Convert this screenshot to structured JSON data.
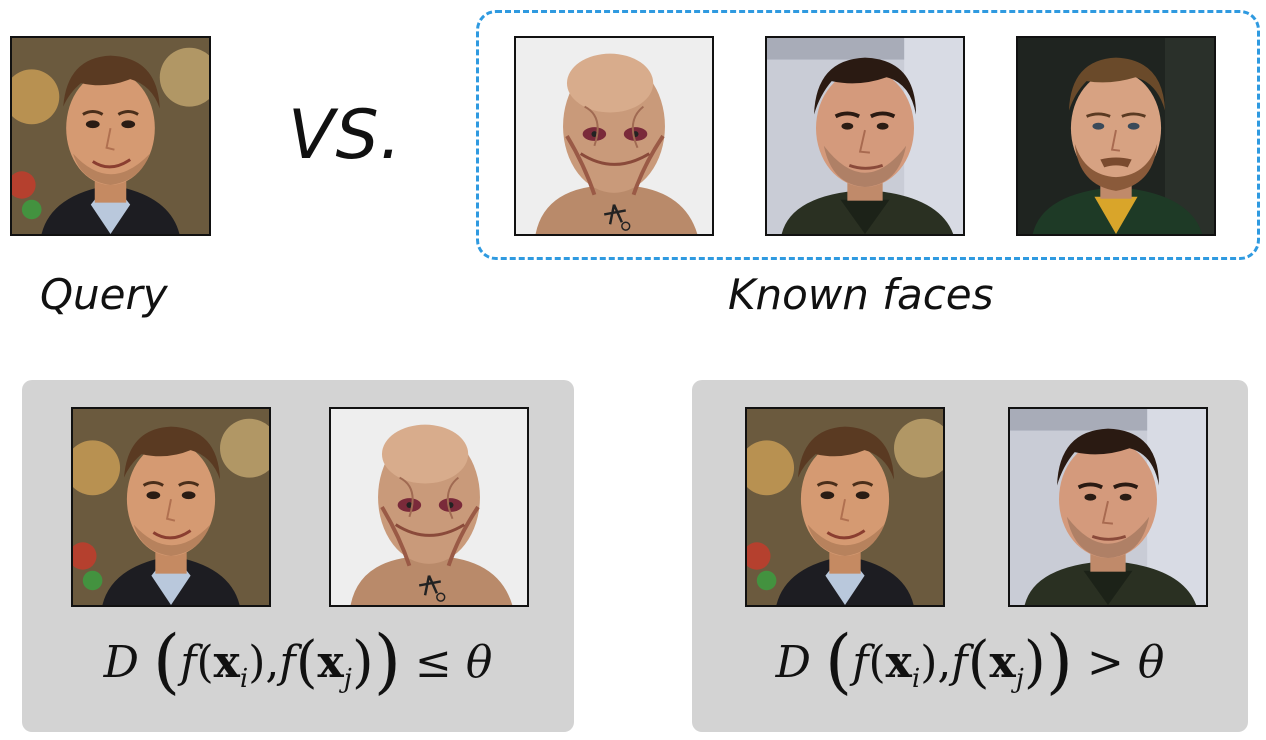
{
  "labels": {
    "vs": "VS.",
    "query": "Query",
    "known_faces": "Known faces"
  },
  "formulas": {
    "match": {
      "D": "D",
      "f": "f",
      "x": "x",
      "i": "i",
      "j": "j",
      "comma": ",",
      "relation": "≤",
      "theta": "θ"
    },
    "nonmatch": {
      "D": "D",
      "f": "f",
      "x": "x",
      "i": "i",
      "j": "j",
      "comma": ",",
      "relation": ">",
      "theta": "θ"
    }
  },
  "colors": {
    "dashed_frame": "#2f9ae0",
    "panel_bg": "#d3d3d3",
    "image_border": "#111111"
  }
}
